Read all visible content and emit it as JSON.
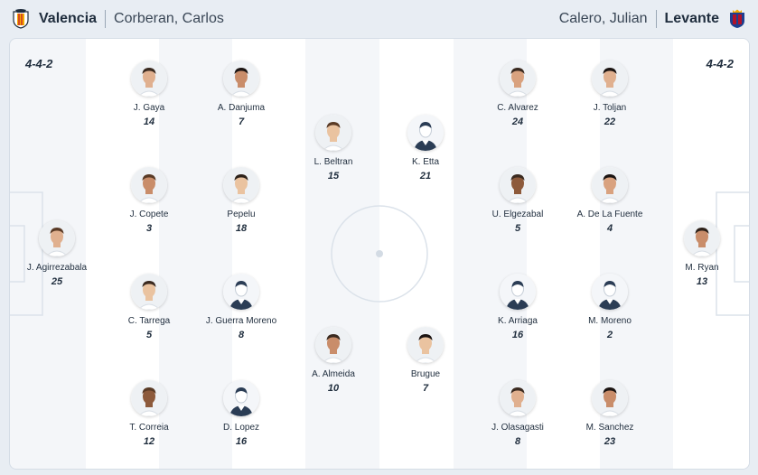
{
  "home": {
    "name": "Valencia",
    "coach": "Corberan, Carlos",
    "formation": "4-4-2",
    "crest_icon": "valencia-bat-crest-icon",
    "crest_color": "#f2a900"
  },
  "away": {
    "name": "Levante",
    "coach": "Calero, Julian",
    "formation": "4-4-2",
    "crest_icon": "levante-crest-icon",
    "crest_color": "#b0122a"
  },
  "colors": {
    "pitch_light": "#f4f6f9",
    "pitch_stripe": "#ffffff",
    "line": "#dbe2ea",
    "text": "#1f2d3d"
  },
  "players": [
    {
      "name": "J. Gaya",
      "number": "14",
      "avatar": "photo-icon"
    },
    {
      "name": "A. Danjuma",
      "number": "7",
      "avatar": "photo-icon"
    },
    {
      "name": "L. Beltran",
      "number": "15",
      "avatar": "photo-icon"
    },
    {
      "name": "K. Etta",
      "number": "21",
      "avatar": "silhouette-icon"
    },
    {
      "name": "C. Alvarez",
      "number": "24",
      "avatar": "photo-icon"
    },
    {
      "name": "J. Toljan",
      "number": "22",
      "avatar": "photo-icon"
    },
    {
      "name": "J. Copete",
      "number": "3",
      "avatar": "photo-icon"
    },
    {
      "name": "Pepelu",
      "number": "18",
      "avatar": "photo-icon"
    },
    {
      "name": "U. Elgezabal",
      "number": "5",
      "avatar": "photo-icon"
    },
    {
      "name": "A. De La Fuente",
      "number": "4",
      "avatar": "photo-icon"
    },
    {
      "name": "J. Agirrezabala",
      "number": "25",
      "avatar": "photo-icon"
    },
    {
      "name": "M. Ryan",
      "number": "13",
      "avatar": "photo-icon"
    },
    {
      "name": "C. Tarrega",
      "number": "5",
      "avatar": "photo-icon"
    },
    {
      "name": "J. Guerra Moreno",
      "number": "8",
      "avatar": "silhouette-icon"
    },
    {
      "name": "K. Arriaga",
      "number": "16",
      "avatar": "silhouette-icon"
    },
    {
      "name": "M. Moreno",
      "number": "2",
      "avatar": "silhouette-icon"
    },
    {
      "name": "A. Almeida",
      "number": "10",
      "avatar": "photo-icon"
    },
    {
      "name": "Brugue",
      "number": "7",
      "avatar": "photo-icon"
    },
    {
      "name": "T. Correia",
      "number": "12",
      "avatar": "photo-icon"
    },
    {
      "name": "D. Lopez",
      "number": "16",
      "avatar": "silhouette-icon"
    },
    {
      "name": "J. Olasagasti",
      "number": "8",
      "avatar": "photo-icon"
    },
    {
      "name": "M. Sanchez",
      "number": "23",
      "avatar": "photo-icon"
    }
  ]
}
